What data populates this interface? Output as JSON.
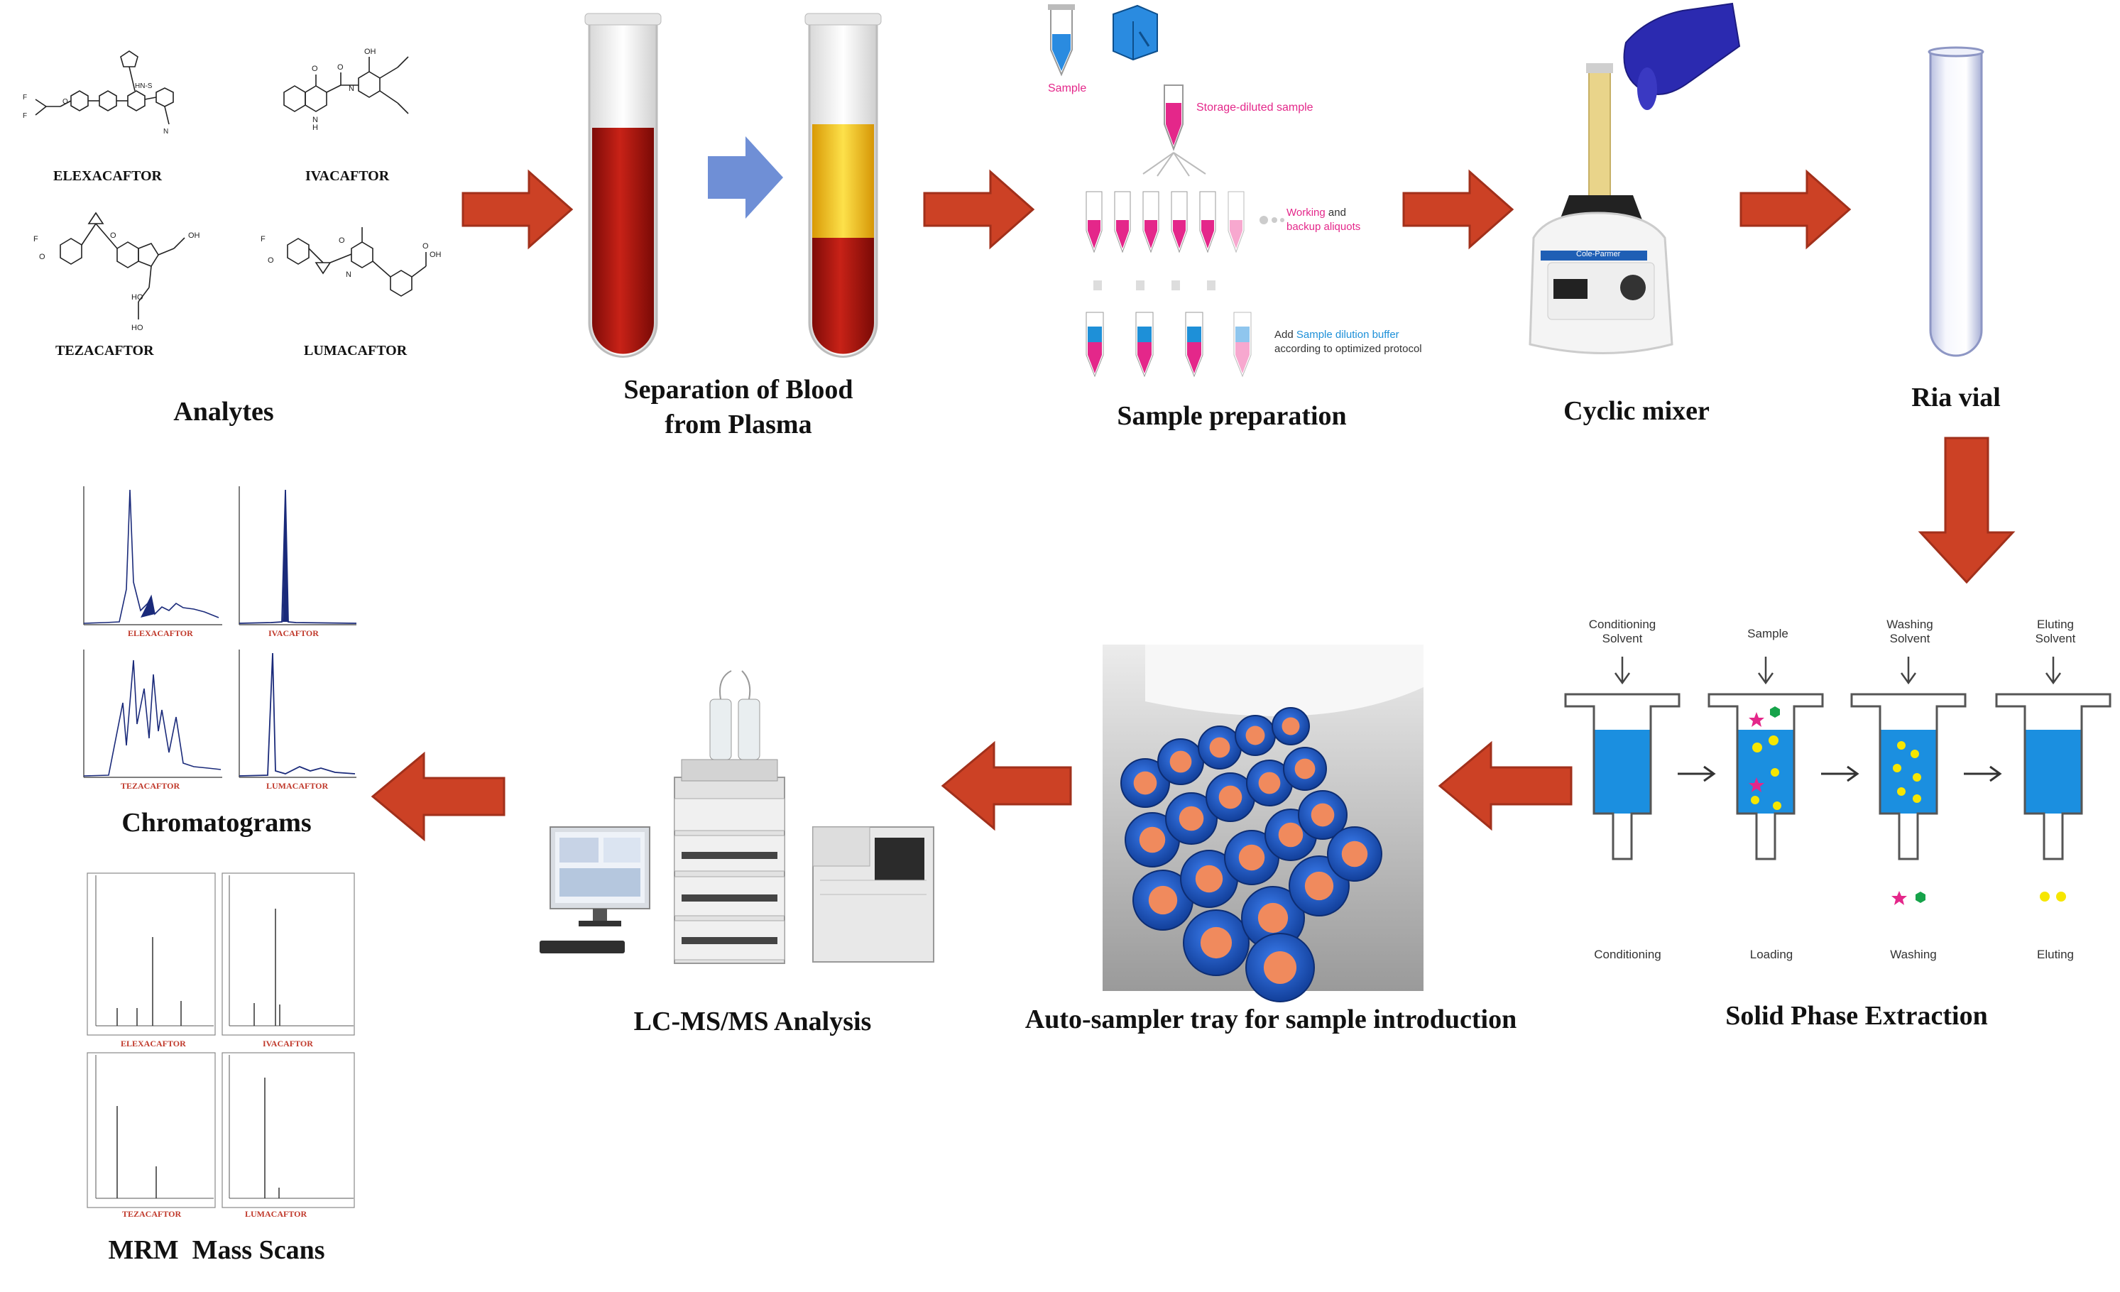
{
  "captions": {
    "analytes": "Analytes",
    "separation": "Separation of Blood\nfrom Plasma",
    "sample_prep": "Sample preparation",
    "cyclic_mixer": "Cyclic mixer",
    "ria_vial": "Ria vial",
    "spe": "Solid Phase Extraction",
    "autosampler": "Auto-sampler tray for sample introduction",
    "lcms": "LC-MS/MS Analysis",
    "chromatograms": "Chromatograms",
    "mrm": "MRM  Mass Scans"
  },
  "analytes": [
    "ELEXACAFTOR",
    "IVACAFTOR",
    "TEZACAFTOR",
    "LUMACAFTOR"
  ],
  "sample_prep": {
    "sample": "Sample",
    "storage": "Storage-diluted sample",
    "working_a": "Working",
    "working_and": " and",
    "working_b": "backup aliquots",
    "add": "Add ",
    "buffer": "Sample dilution buffer",
    "protocol": "according to optimized protocol"
  },
  "mixer_brand": "Cole-Parmer",
  "spe": {
    "top": [
      "Conditioning\nSolvent",
      "Sample",
      "Washing\nSolvent",
      "Eluting\nSolvent"
    ],
    "bottom": [
      "Conditioning",
      "Loading",
      "Washing",
      "Eluting"
    ]
  },
  "chrom_titles": [
    "ELEXACAFTOR",
    "IVACAFTOR",
    "TEZACAFTOR",
    "LUMACAFTOR"
  ],
  "mrm_titles": [
    "ELEXACAFTOR",
    "IVACAFTOR",
    "TEZACAFTOR",
    "LUMACAFTOR"
  ],
  "colors": {
    "arrow": "#cc4125",
    "arrow_stroke": "#a1301b",
    "blood": "#b11a12",
    "pink": "#e4278a",
    "blue_liquid": "#1e90d8",
    "spe_blue": "#1b8fe0",
    "cap_blue": "#1f5fd0",
    "cap_orange": "#f08a5d",
    "chrom_line": "#1a2a7a"
  }
}
